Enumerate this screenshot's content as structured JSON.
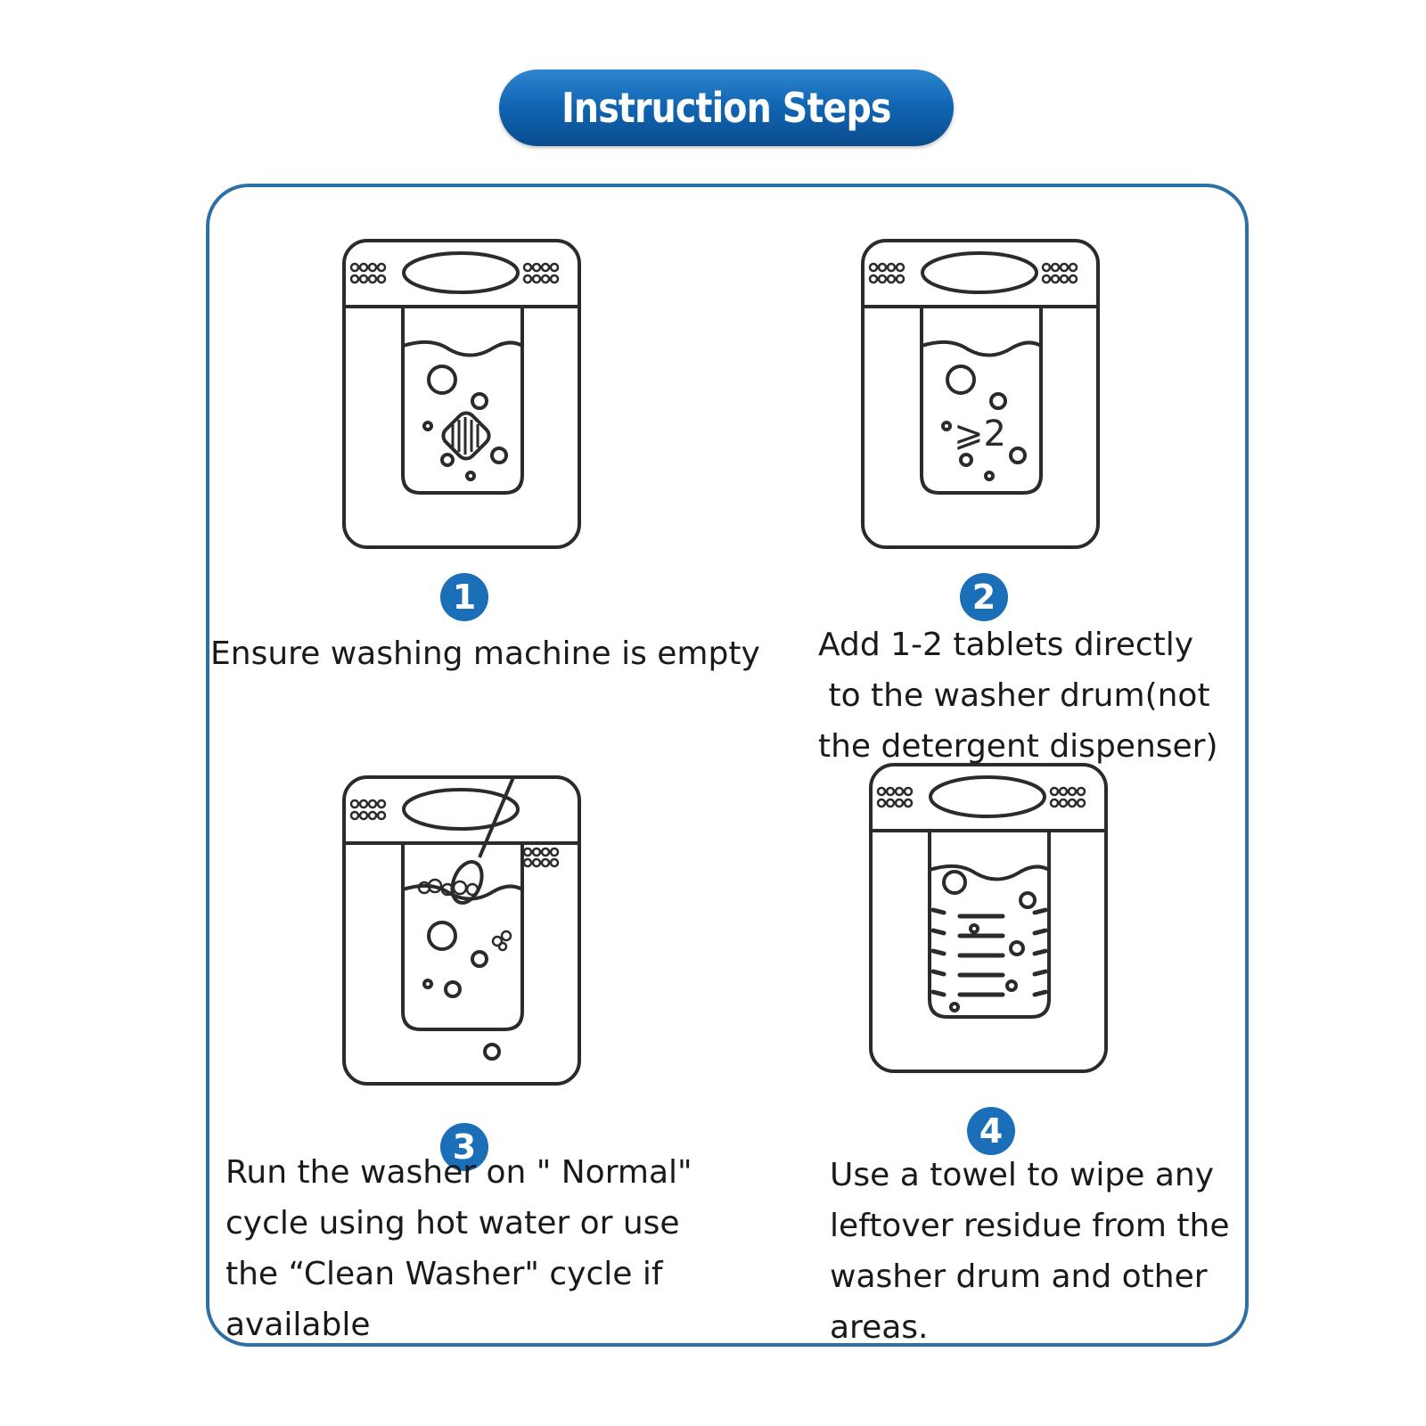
{
  "title": "Instruction Steps",
  "colors": {
    "accent": "#1a6fb8",
    "frame": "#2e6fa6",
    "line": "#2b2b2b"
  },
  "steps": [
    {
      "number": "1",
      "text": "Ensure washing machine is empty",
      "icon": "washer-with-tablet-icon"
    },
    {
      "number": "2",
      "text": "Add 1-2 tablets directly\n to the washer drum(not\nthe detergent dispenser)",
      "icon": "washer-two-tablets-icon",
      "drum_label": "⩾2"
    },
    {
      "number": "3",
      "text": "Run the washer on \" Normal\"\ncycle using hot water or use\nthe “Clean Washer\" cycle if\navailable",
      "icon": "washer-running-icon"
    },
    {
      "number": "4",
      "text": "Use a towel to wipe any\nleftover residue from the\nwasher drum and other\nareas.",
      "icon": "washer-drum-wipe-icon"
    }
  ]
}
